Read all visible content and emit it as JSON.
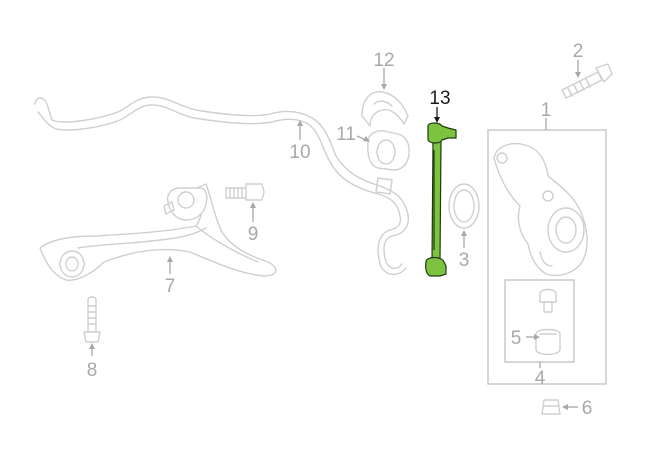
{
  "callouts": {
    "c1": "1",
    "c2": "2",
    "c3": "3",
    "c4": "4",
    "c5": "5",
    "c6": "6",
    "c7": "7",
    "c8": "8",
    "c9": "9",
    "c10": "10",
    "c11": "11",
    "c12": "12",
    "c13": "13"
  },
  "highlighted_part": "13",
  "colors": {
    "highlight": "#7cc440",
    "highlight_outline": "#1f3a12",
    "ghost_line": "#cfcfcf",
    "callout_text": "#a8a8a8",
    "active_callout_text": "#1a1a1a"
  }
}
